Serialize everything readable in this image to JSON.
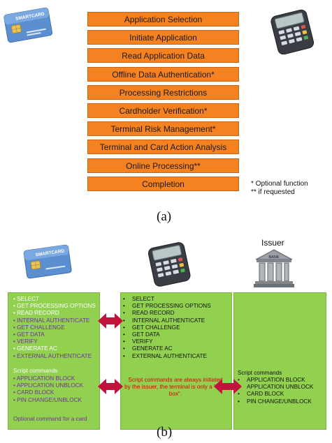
{
  "flow_steps": [
    "Application Selection",
    "Initiate Application",
    "Read Application Data",
    "Offline Data Authentication*",
    "Processing Restrictions",
    "Cardholder Verification*",
    "Terminal Risk Management*",
    "Terminal and Card Action Analysis",
    "Online Processing**",
    "Completion"
  ],
  "legend": {
    "optional": "*  Optional function",
    "requested": "** if requested"
  },
  "card_label": "SMARTCARD",
  "caption_a": "(a)",
  "caption_b": "(b)",
  "issuer": {
    "title": "Issuer",
    "bank_label": "BANK"
  },
  "card_panel": {
    "commands": [
      {
        "text": "• SELECT",
        "color": "white"
      },
      {
        "text": "• GET PROCESSING OPTIONS",
        "color": "white"
      },
      {
        "text": "• READ RECORD",
        "color": "white"
      },
      {
        "text": "• INTERNAL AUTHENTICATE",
        "color": "purple"
      },
      {
        "text": "• GET CHALLENGE",
        "color": "purple"
      },
      {
        "text": "• GET DATA",
        "color": "purple"
      },
      {
        "text": "• VERIFY",
        "color": "purple"
      },
      {
        "text": "• GENERATE AC",
        "color": "white"
      },
      {
        "text": "• EXTERNAL AUTHENTICATE",
        "color": "purple"
      }
    ],
    "script_title": "Script commands",
    "script_commands": [
      "• APPLICATION BLOCK",
      "• APPLICATION UNBLOCK",
      "• CARD BLOCK",
      "• PIN CHANGE/UNBLOCK"
    ],
    "optional_note": "Optional command for a card"
  },
  "terminal_panel": {
    "commands": [
      "SELECT",
      "GET PROCESSING OPTIONS",
      "READ RECORD",
      "INTERNAL AUTHENTICATE",
      "GET CHALLENGE",
      "GET DATA",
      "VERIFY",
      "GENERATE AC",
      "EXTERNAL AUTHENTICATE"
    ],
    "note": "Script commands are always initiated by the issuer, the terminal is only a \"mail box\"."
  },
  "issuer_panel": {
    "script_title": "Script commands",
    "script_commands": [
      "APPLICATION BLOCK",
      "APPLICATION UNBLOCK",
      "CARD BLOCK",
      "PIN CHANGE/UNBLOCK"
    ]
  },
  "colors": {
    "step_fill": "#f58220",
    "panel_fill": "#92d050",
    "arrow": "#c0143c",
    "purple_text": "#7030a0",
    "red_text": "#e00000"
  },
  "icons": [
    "smartcard-icon",
    "payment-terminal-icon",
    "bank-icon",
    "double-arrow-icon"
  ]
}
